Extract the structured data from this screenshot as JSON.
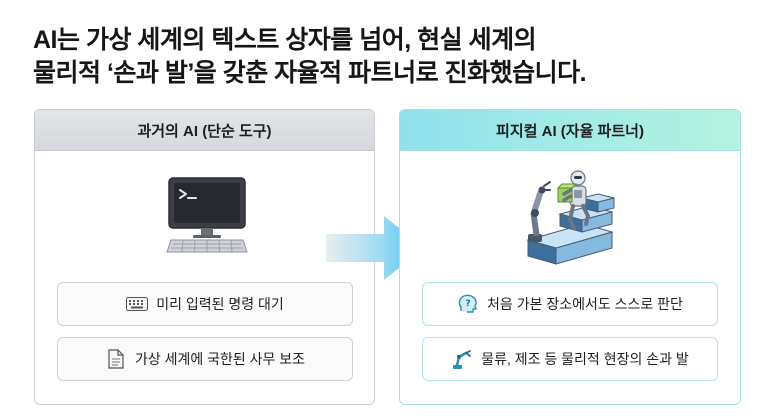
{
  "title": {
    "line1": "AI는 가상 세계의 텍스트 상자를 넘어, 현실 세계의",
    "line2": "물리적 ‘손과 발’을 갖춘 자율적 파트너로 진화했습니다."
  },
  "left_panel": {
    "header": "과거의 AI (단순 도구)",
    "illustration_icon": "desktop-computer-terminal-icon",
    "items": [
      {
        "icon": "keyboard-icon",
        "label": "미리 입력된 명령 대기"
      },
      {
        "icon": "document-icon",
        "label": "가상 세계에 국한된 사무 보조"
      }
    ]
  },
  "right_panel": {
    "header": "피지컬 AI (자율 파트너)",
    "illustration_icon": "humanoid-robot-carrying-box-icon",
    "items": [
      {
        "icon": "question-head-icon",
        "label": "처음 가본 장소에서도 스스로 판단"
      },
      {
        "icon": "robot-arm-icon",
        "label": "물류, 제조 등 물리적 현장의 손과 발"
      }
    ]
  },
  "colors": {
    "left_header": "#dcdfe3",
    "right_header_start": "#8fe1ec",
    "right_header_end": "#b4f1de",
    "arrow_start": "#e8ecef",
    "arrow_end": "#3fc3ee"
  }
}
